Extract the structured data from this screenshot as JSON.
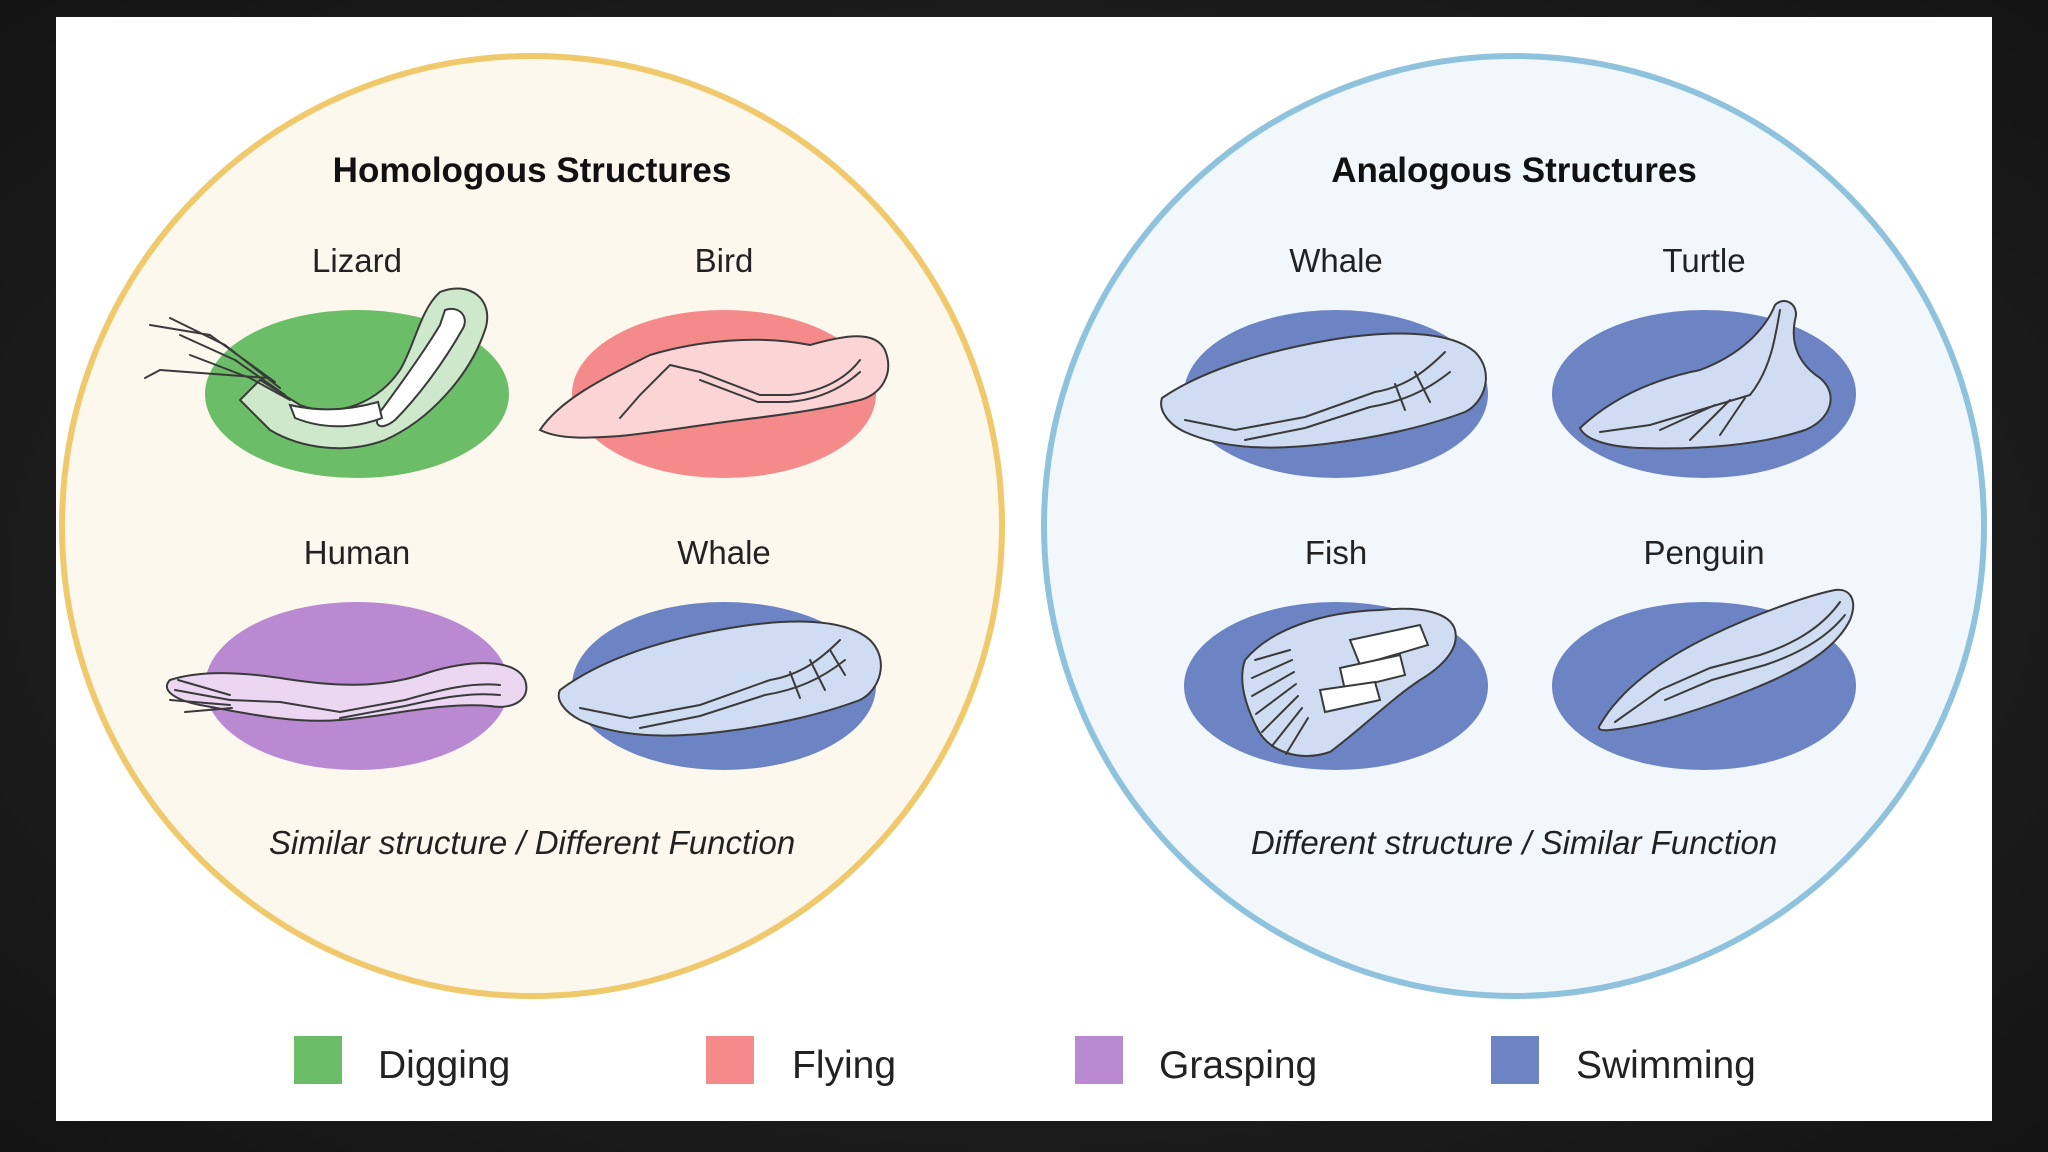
{
  "colors": {
    "digging": "#6cbd68",
    "flying": "#f48a8a",
    "grasping": "#b98ad1",
    "swimming": "#6c84c4",
    "homologous_circle": "#efc96c",
    "analogous_circle": "#8fc3dd"
  },
  "homologous": {
    "title": "Homologous Structures",
    "caption": "Similar structure / Different Function",
    "items": [
      {
        "label": "Lizard",
        "function": "digging"
      },
      {
        "label": "Bird",
        "function": "flying"
      },
      {
        "label": "Human",
        "function": "grasping"
      },
      {
        "label": "Whale",
        "function": "swimming"
      }
    ]
  },
  "analogous": {
    "title": "Analogous Structures",
    "caption": "Different structure / Similar Function",
    "items": [
      {
        "label": "Whale",
        "function": "swimming"
      },
      {
        "label": "Turtle",
        "function": "swimming"
      },
      {
        "label": "Fish",
        "function": "swimming"
      },
      {
        "label": "Penguin",
        "function": "swimming"
      }
    ]
  },
  "legend": [
    {
      "label": "Digging",
      "color": "#6cbd68"
    },
    {
      "label": "Flying",
      "color": "#f48a8a"
    },
    {
      "label": "Grasping",
      "color": "#b98ad1"
    },
    {
      "label": "Swimming",
      "color": "#6c84c4"
    }
  ]
}
